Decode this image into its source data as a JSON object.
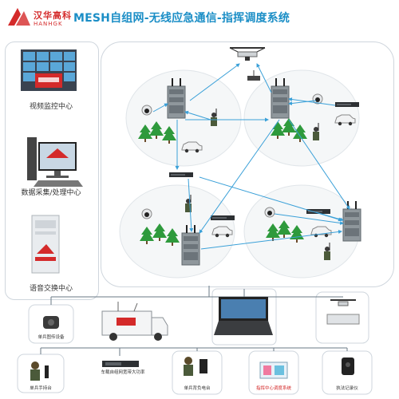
{
  "header": {
    "logo_text": "汉华高科",
    "logo_sub": "HANHGK",
    "title": "MESH自组网-无线应急通信-指挥调度系统"
  },
  "left_panel": {
    "items": [
      {
        "label": "视频监控中心"
      },
      {
        "label": "数据采集/处理中心"
      },
      {
        "label": "语音交换中心"
      }
    ]
  },
  "bottom_devices": {
    "items": [
      {
        "label": "单兵图传设备"
      },
      {
        "label": "单兵手持台"
      },
      {
        "label": "车载自组网宽带大功率"
      },
      {
        "label": "单兵背负电台"
      },
      {
        "label": "指挥中心调度系统"
      },
      {
        "label": "执法记录仪"
      }
    ]
  },
  "colors": {
    "title": "#1b8ec6",
    "brand_red": "#d42a2a",
    "link_blue": "#3aa0d8",
    "tree_green": "#2e9a3c",
    "node_shell": "#9aa2a6"
  }
}
